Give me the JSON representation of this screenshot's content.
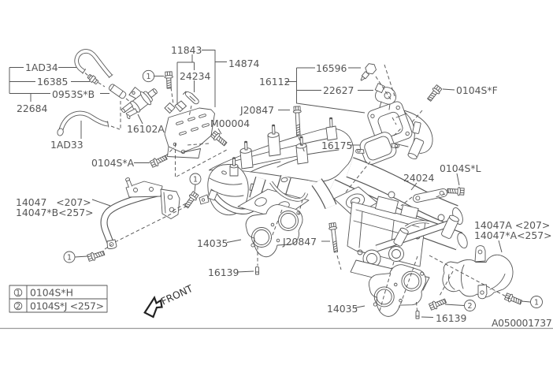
{
  "diagram": {
    "drawing_number": "A050001737",
    "front_label": "FRONT",
    "colors": {
      "background": "#ffffff",
      "line": "#555555",
      "rule": "#9a9a9a"
    },
    "labels": {
      "l_1ad34": "1AD34",
      "l_16385": "16385",
      "l_0953sb": "0953S*B",
      "l_22684": "22684",
      "l_1ad33": "1AD33",
      "l_16102a": "16102A",
      "l_0104sa": "0104S*A",
      "l_14047_1": "14047   <207>",
      "l_14047_2": "14047*B<257>",
      "l_11843": "11843",
      "l_24234": "24234",
      "l_14874": "14874",
      "l_m00004": "M00004",
      "l_16596": "16596",
      "l_16112": "16112",
      "l_22627": "22627",
      "l_0104sf": "0104S*F",
      "l_j20847_upper": "J20847",
      "l_16175": "16175",
      "l_24024": "24024",
      "l_0104sl": "0104S*L",
      "l_14047a_1": "14047A <207>",
      "l_14047a_2": "14047*A<257>",
      "l_14035_left": "14035",
      "l_j20847_lower": "J20847",
      "l_16139_left": "16139",
      "l_14035_right": "14035",
      "l_16139_right": "16139"
    },
    "callouts": {
      "one": "1",
      "two": "2"
    },
    "legend": {
      "rows": [
        {
          "callout": "1",
          "code": "0104S*H"
        },
        {
          "callout": "2",
          "code": "0104S*J <257>"
        }
      ]
    }
  }
}
